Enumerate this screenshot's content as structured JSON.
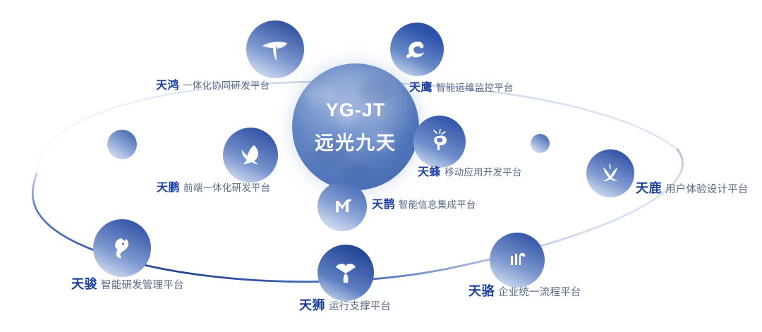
{
  "center": {
    "title_en": "YG-JT",
    "title_cn": "远光九天",
    "sphere_color": "#4f74ba"
  },
  "theme": {
    "name_color": "#1b3f9b",
    "desc_color": "#5a6a85",
    "orbit_color": "#2a4ea8",
    "bubble_dark": "#2a4fa8",
    "bubble_light": "#cfd9ef",
    "background": "#ffffff"
  },
  "platforms": [
    {
      "id": "tianhong",
      "name": "天鸿",
      "desc": "一体化协同研发平台",
      "icon": "swallow-bird-icon"
    },
    {
      "id": "tianying",
      "name": "天鹰",
      "desc": "智能运维监控平台",
      "icon": "eagle-e-icon"
    },
    {
      "id": "tianpeng",
      "name": "天鹏",
      "desc": "前端一体化研发平台",
      "icon": "roc-bird-icon"
    },
    {
      "id": "tianfeng",
      "name": "天蜂",
      "desc": "移动应用开发平台",
      "icon": "bee-icon"
    },
    {
      "id": "tianque",
      "name": "天鹊",
      "desc": "智能信息集成平台",
      "icon": "magpie-m-icon"
    },
    {
      "id": "tianlu",
      "name": "天鹿",
      "desc": "用户体验设计平台",
      "icon": "deer-antler-icon"
    },
    {
      "id": "tianjun",
      "name": "天骏",
      "desc": "智能研发管理平台",
      "icon": "horse-head-icon"
    },
    {
      "id": "tianshi",
      "name": "天狮",
      "desc": "运行支撑平台",
      "icon": "lion-trefoil-icon"
    },
    {
      "id": "tianluo",
      "name": "天骆",
      "desc": "企业统一流程平台",
      "icon": "camel-icon"
    }
  ]
}
